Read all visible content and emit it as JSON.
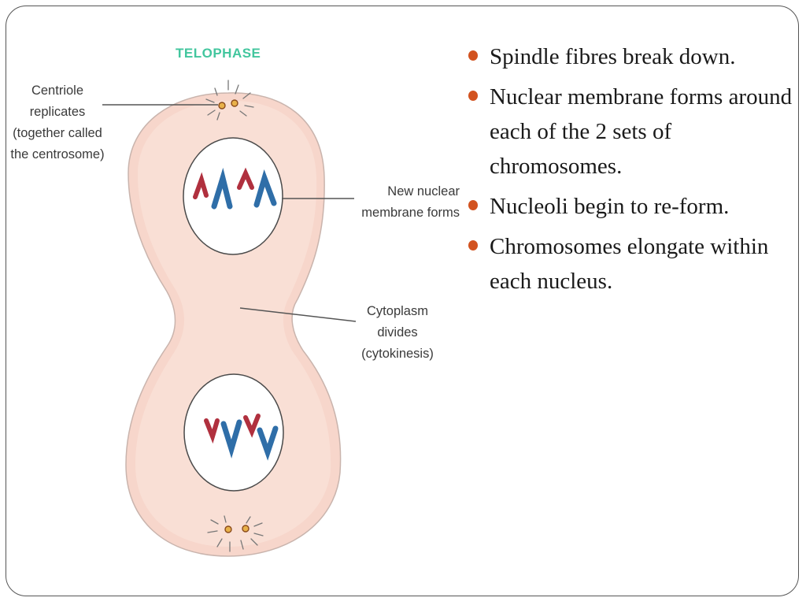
{
  "slide": {
    "accent_color": "#d2521f",
    "bullet_icon": "orange-dot",
    "bullets": [
      "Spindle fibres break down.",
      "Nuclear membrane forms around each of the 2 sets of chromosomes.",
      "Nucleoli begin to re-form.",
      "Chromosomes elongate within each nucleus."
    ]
  },
  "diagram": {
    "title": "TELOPHASE",
    "title_color": "#42c69e",
    "cell_color": "#f7d6cb",
    "chromosome_colors": [
      "#b0303e",
      "#2f6ea8"
    ],
    "labels": {
      "centriole": "Centriole\nreplicates\n(together called\nthe centrosome)",
      "nuclear_membrane": "New nuclear\nmembrane forms",
      "cytoplasm": "Cytoplasm\ndivides\n(cytokinesis)"
    }
  }
}
